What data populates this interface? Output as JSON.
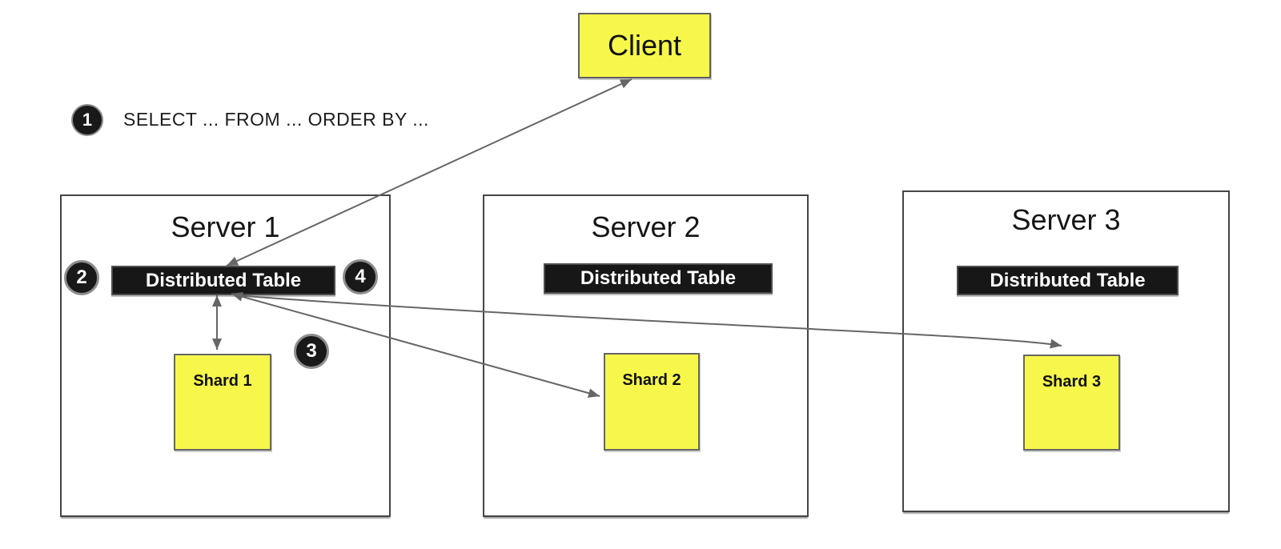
{
  "client": {
    "label": "Client"
  },
  "steps": {
    "step1": {
      "badge": "1",
      "query": "SELECT ... FROM ... ORDER BY ..."
    },
    "step2": {
      "badge": "2"
    },
    "step3": {
      "badge": "3"
    },
    "step4": {
      "badge": "4"
    }
  },
  "servers": [
    {
      "title": "Server 1",
      "table": "Distributed Table",
      "shard": "Shard 1"
    },
    {
      "title": "Server 2",
      "table": "Distributed Table",
      "shard": "Shard 2"
    },
    {
      "title": "Server 3",
      "table": "Distributed Table",
      "shard": "Shard 3"
    }
  ],
  "colors": {
    "node_yellow": "#F7F74B",
    "node_black": "#171717",
    "arrow_gray": "#666666",
    "badge_ring_gray": "#8D8D8D",
    "text_white": "#FFFFFF"
  }
}
